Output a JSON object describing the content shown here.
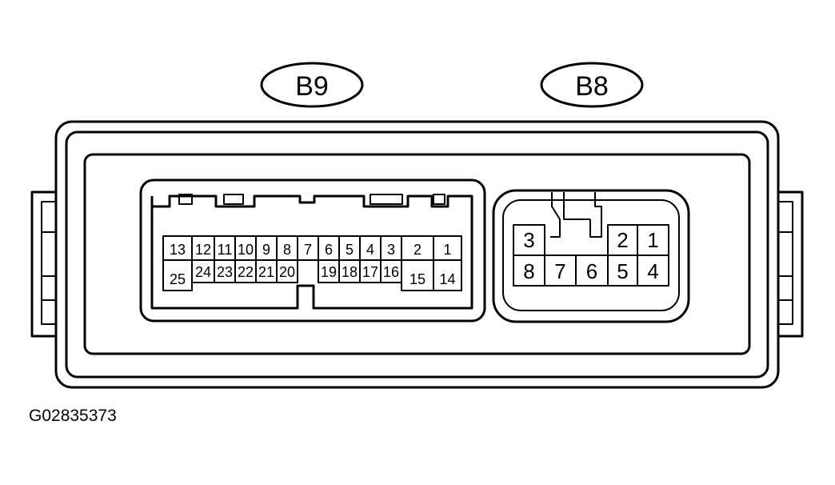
{
  "callouts": {
    "left": "B9",
    "right": "B8"
  },
  "figure_id": "G02835373",
  "b9_pins": {
    "top": [
      "13",
      "12",
      "11",
      "10",
      "9",
      "8",
      "7",
      "6",
      "5",
      "4",
      "3",
      "2",
      "1"
    ],
    "bottom": [
      "25",
      "24",
      "23",
      "22",
      "21",
      "20",
      "19",
      "18",
      "17",
      "16",
      "15",
      "14"
    ]
  },
  "b8_pins": {
    "top": [
      "3",
      "2",
      "1"
    ],
    "bottom": [
      "8",
      "7",
      "6",
      "5",
      "4"
    ]
  }
}
